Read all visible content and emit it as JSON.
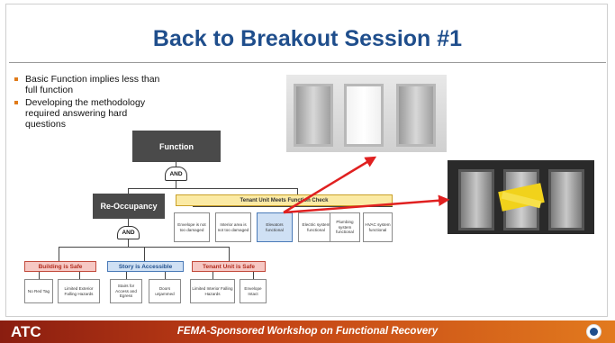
{
  "slide": {
    "title": "Back to Breakout Session #1",
    "bullets": [
      "Basic Function implies less than full function",
      "Developing the methodology required answering hard questions"
    ]
  },
  "diagram": {
    "root": "Function",
    "root_gate": "AND",
    "reoccupancy": "Re-Occupancy",
    "reoccupancy_gate": "AND",
    "tenant_check": "Tenant Unit Meets Function Check",
    "tenant_children": [
      "Envelope is not too damaged",
      "Interior area is not too damaged",
      "Elevators functional",
      "Electric system functional",
      "Plumbing system functional",
      "HVAC system functional"
    ],
    "categories": [
      "Building is Safe",
      "Story is Accessible",
      "Tenant Unit is Safe"
    ],
    "safe_children": [
      "No Red Tag",
      "Limited Exterior Falling Hazards"
    ],
    "story_children": [
      "Stairs for Access and Egress",
      "Doors unjammed"
    ],
    "tenant_safe_children": [
      "Limited Interior Falling Hazards",
      "Envelope Intact"
    ]
  },
  "photos": {
    "top": "elevators-photo",
    "bottom": "damaged-elevators-photo"
  },
  "footer": {
    "logo": "ATC",
    "text": "FEMA-Sponsored Workshop on Functional Recovery"
  },
  "colors": {
    "title": "#1f4e8c",
    "bullet": "#e07b1a",
    "arrow": "#e02020",
    "footer_start": "#8a1d10",
    "footer_end": "#e27a1e"
  }
}
